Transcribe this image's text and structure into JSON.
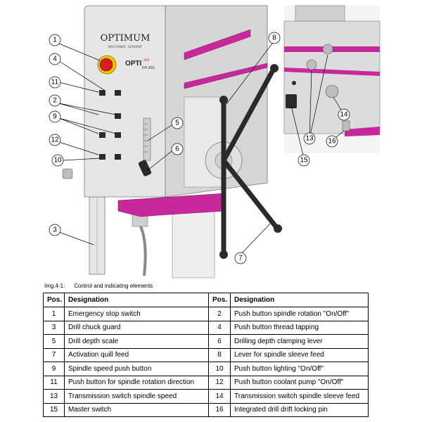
{
  "figure": {
    "brand_name": "OPTIMUM",
    "brand_sub": "MASCHINEN · GERMANY",
    "model_prefix": "OPTI",
    "model_drill": "drill",
    "model_name": "DH 35G",
    "callouts": [
      "1",
      "2",
      "3",
      "4",
      "5",
      "6",
      "7",
      "8",
      "9",
      "10",
      "11",
      "12",
      "13",
      "14",
      "15",
      "16"
    ],
    "colors": {
      "accent_magenta": "#c8289c",
      "body_gray": "#dcdcdc",
      "stop_red": "#d81e1e",
      "stop_yellow": "#f2c800"
    }
  },
  "caption": {
    "label": "Img.4-1:",
    "text": "Control and indicating elements"
  },
  "table": {
    "headers": [
      "Pos.",
      "Designation",
      "Pos.",
      "Designation"
    ],
    "rows": [
      {
        "pos1": "1",
        "des1": "Emergency stop switch",
        "pos2": "2",
        "des2": "Push button spindle rotation \"On/Off\""
      },
      {
        "pos1": "3",
        "des1": "Drill chuck guard",
        "pos2": "4",
        "des2": "Push button thread tapping"
      },
      {
        "pos1": "5",
        "des1": "Drill depth scale",
        "pos2": "6",
        "des2": "Drilling depth clamping lever"
      },
      {
        "pos1": "7",
        "des1": "Activation quill feed",
        "pos2": "8",
        "des2": "Lever for spindle sleeve feed"
      },
      {
        "pos1": "9",
        "des1": "Spindle speed push button",
        "pos2": "10",
        "des2": "Push button lighting \"On/Off\""
      },
      {
        "pos1": "11",
        "des1": "Push button for spindle rotation direction",
        "pos2": "12",
        "des2": "Push button coolant pump \"On/Off\""
      },
      {
        "pos1": "13",
        "des1": "Transmission switch spindle speed",
        "pos2": "14",
        "des2": "Transmission switch spindle sleeve feed"
      },
      {
        "pos1": "15",
        "des1": "Master switch",
        "pos2": "16",
        "des2": "Integrated drill drift locking pin"
      }
    ]
  }
}
